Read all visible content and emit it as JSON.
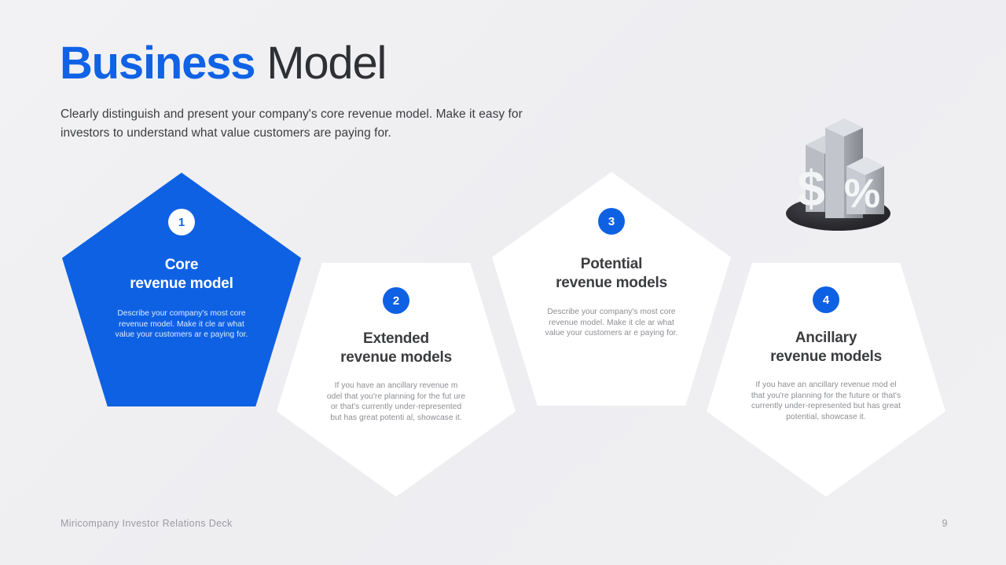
{
  "slide": {
    "title_accent": "Business",
    "title_plain": " Model",
    "subtitle": "Clearly distinguish and present your company's core revenue model. Make it easy for investors to understand what value customers are paying for.",
    "background_color": "#f1f1f3",
    "accent_color": "#0f61e4",
    "text_color": "#3c3d40"
  },
  "items": [
    {
      "number": "1",
      "heading": "Core\nrevenue model",
      "body": "Describe your company's most core revenue model. Make it cle ar what value your customers ar e paying for.",
      "orientation": "point-up",
      "fill": "blue"
    },
    {
      "number": "2",
      "heading": "Extended\nrevenue models",
      "body": "If you have an ancillary revenue m odel that you're planning for the fut ure or that's currently under-represented but has great potenti al, showcase it.",
      "orientation": "point-down",
      "fill": "white"
    },
    {
      "number": "3",
      "heading": "Potential\nrevenue models",
      "body": "Describe your company's most core revenue model. Make it cle ar what value your customers ar e paying for.",
      "orientation": "point-up",
      "fill": "white"
    },
    {
      "number": "4",
      "heading": "Ancillary\nrevenue models",
      "body": "If you have an ancillary revenue mod el that you're planning for the future or that's currently under-represented but has great potential, showcase it.",
      "orientation": "point-down",
      "fill": "white"
    }
  ],
  "illustration": {
    "name": "3d-bar-chart-dollar-percent",
    "symbols": [
      "$",
      "%"
    ]
  },
  "footer": {
    "deck_name": "Miricompany Investor Relations Deck",
    "page_number": "9"
  }
}
